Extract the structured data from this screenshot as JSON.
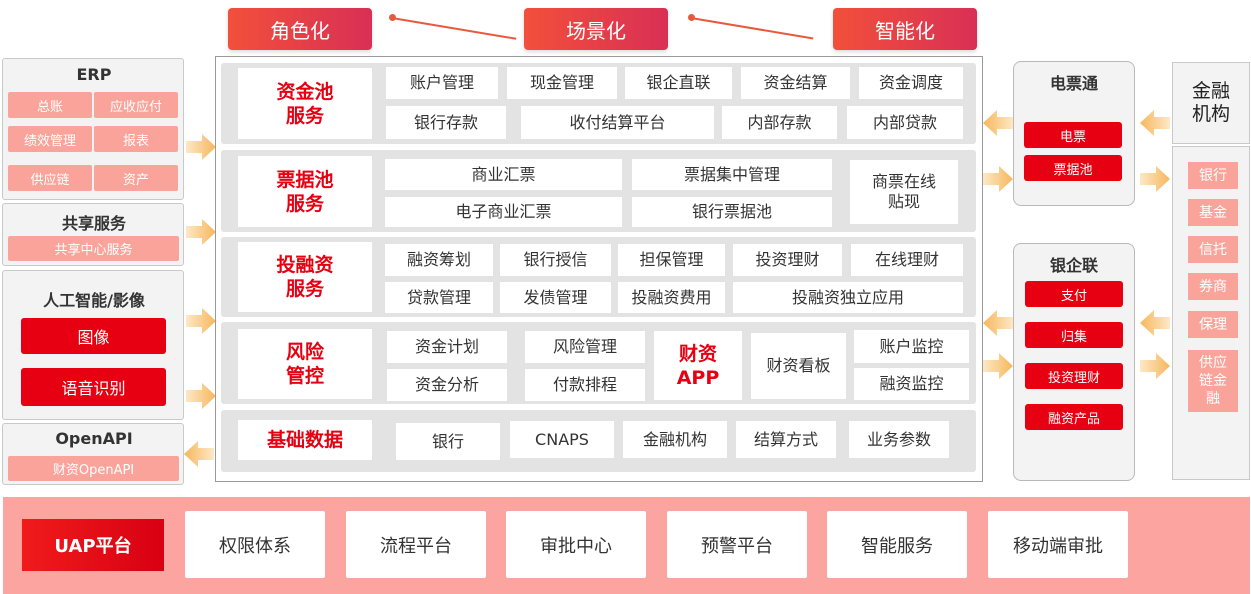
{
  "top": {
    "pills": [
      "角色化",
      "场景化",
      "智能化"
    ],
    "accent": "#e8593c"
  },
  "left": {
    "erp": {
      "title": "ERP",
      "items": [
        "总账",
        "应收应付",
        "绩效管理",
        "报表",
        "供应链",
        "资产"
      ]
    },
    "shared": {
      "title": "共享服务",
      "items": [
        "共享中心服务"
      ]
    },
    "ai": {
      "title": "人工智能/影像",
      "items": [
        "图像",
        "语音识别"
      ]
    },
    "openapi": {
      "title": "OpenAPI",
      "items": [
        "财资OpenAPI"
      ]
    }
  },
  "center": {
    "fund_pool": {
      "title": "资金池\n服务",
      "cells": [
        "账户管理",
        "现金管理",
        "银企直联",
        "资金结算",
        "资金调度",
        "银行存款",
        "收付结算平台",
        "内部存款",
        "内部贷款"
      ]
    },
    "bill_pool": {
      "title": "票据池\n服务",
      "cells": [
        "商业汇票",
        "票据集中管理",
        "电子商业汇票",
        "银行票据池",
        "商票在线\n贴现"
      ]
    },
    "invest": {
      "title": "投融资\n服务",
      "cells": [
        "融资筹划",
        "银行授信",
        "担保管理",
        "投资理财",
        "在线理财",
        "贷款管理",
        "发债管理",
        "投融资费用",
        "投融资独立应用"
      ]
    },
    "risk": {
      "title": "风险\n管控",
      "cells": [
        "资金计划",
        "风险管理",
        "资金分析",
        "付款排程",
        "财资看板",
        "账户监控",
        "融资监控"
      ],
      "app": "财资\nAPP"
    },
    "base": {
      "title": "基础数据",
      "cells": [
        "银行",
        "CNAPS",
        "金融机构",
        "结算方式",
        "业务参数"
      ]
    }
  },
  "right": {
    "ebill": {
      "title": "电票通",
      "items": [
        "电票",
        "票据池"
      ]
    },
    "bank_link": {
      "title": "银企联",
      "items": [
        "支付",
        "归集",
        "投资理财",
        "融资产品"
      ]
    },
    "finance": {
      "title": "金融\n机构",
      "items": [
        "银行",
        "基金",
        "信托",
        "券商",
        "保理",
        "供应\n链金\n融"
      ]
    }
  },
  "bottom": {
    "platform": "UAP平台",
    "items": [
      "权限体系",
      "流程平台",
      "审批中心",
      "预警平台",
      "智能服务",
      "移动端审批"
    ]
  },
  "colors": {
    "brand_red": "#e60012",
    "pink": "#f9a39a",
    "bottom_bg": "#fba4a0",
    "arrow": "#f6c27a"
  }
}
